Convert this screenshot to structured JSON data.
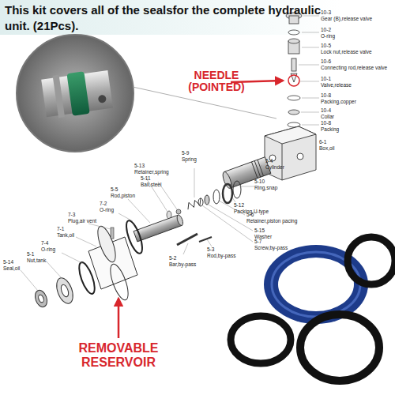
{
  "diagram": {
    "title": "This kit covers all of the sealsfor the complete hydraulic unit. (21Pcs).",
    "labels": [
      "NEEDLE (POINTED)",
      "REMOVABLE RESERVOIR",
      "10-3",
      "Gear (B),release valve",
      "10-2",
      "O-ring",
      "10-5",
      "Lock nut,release valve",
      "10-6",
      "Connecting rod,release valve",
      "10-1",
      "Valve,release",
      "10-8",
      "Packing,copper",
      "10-4",
      "Collar",
      "10-8",
      "Packing",
      "6-1",
      "Box,oil",
      "5-4",
      "Cylinder",
      "5-9",
      "Spring",
      "5-13",
      "Retainer,spring",
      "5-11",
      "Ball,steel",
      "5-5",
      "Rod,piston",
      "7-2",
      "O-ring",
      "7-3",
      "Plug,air vent",
      "7-1",
      "Tank,oil",
      "7-4",
      "O-ring",
      "5-1",
      "Nut,tank",
      "5-14",
      "Seal,oil",
      "5-2",
      "Bar,by-pass",
      "5-3",
      "Rod,by-pass",
      "5-10",
      "Ring,snap",
      "5-12",
      "Packing,U-type",
      "5-6",
      "Retainer,piston pacing",
      "5-15",
      "Washer",
      "5-7",
      "Screw,by-pass"
    ]
  }
}
